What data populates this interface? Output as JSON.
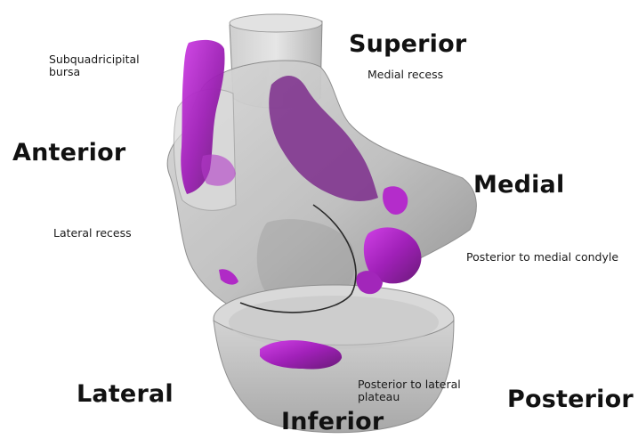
{
  "orientation_labels": {
    "superior": "Superior",
    "anterior": "Anterior",
    "medial": "Medial",
    "lateral": "Lateral",
    "inferior": "Inferior",
    "posterior": "Posterior"
  },
  "region_labels": {
    "subquadricipital_bursa": "Subquadricipital bursa",
    "medial_recess": "Medial recess",
    "lateral_recess": "Lateral recess",
    "posterior_medial_condyle": "Posterior to medial condyle",
    "posterior_lateral_plateau": "Posterior to lateral plateau"
  },
  "colors": {
    "bone": "#c9c9c9",
    "bone_shadow": "#9a9a9a",
    "effusion": "#a020b8",
    "effusion_dark": "#6a1a78",
    "outline": "#2a2a2a"
  }
}
